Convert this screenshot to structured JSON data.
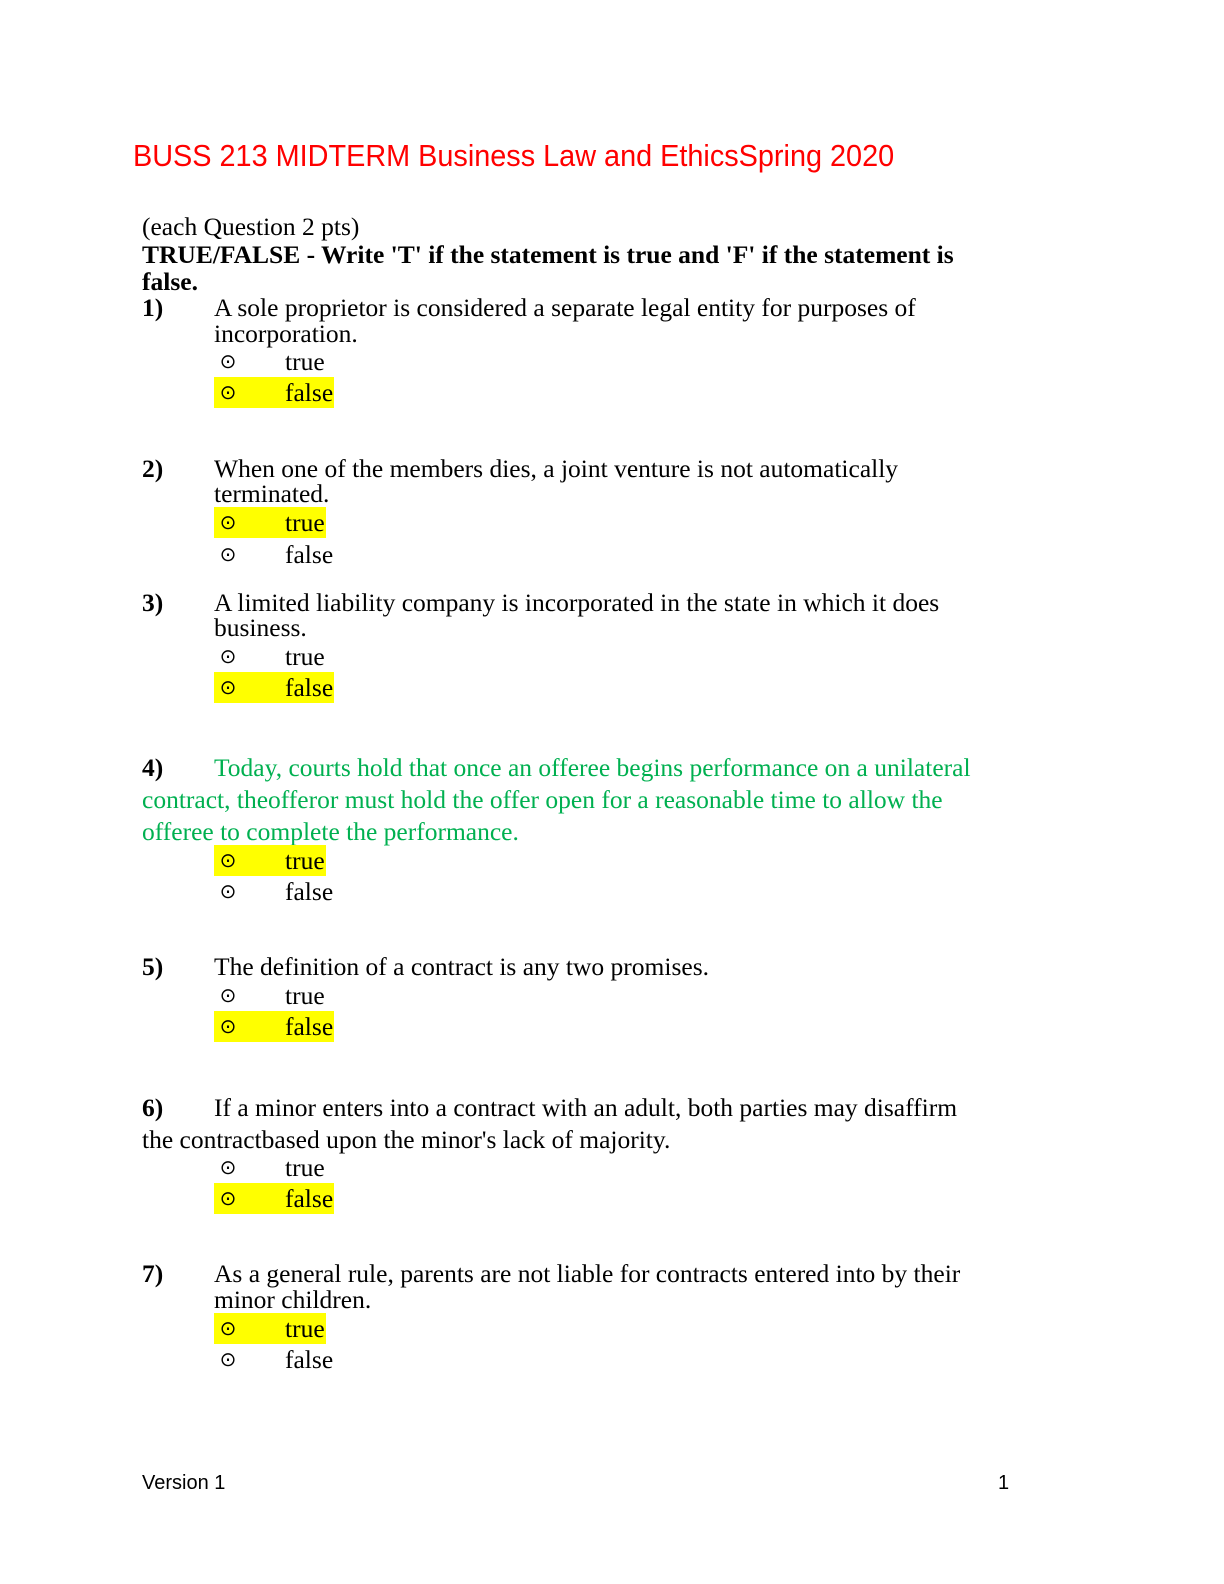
{
  "title": "BUSS 213 MIDTERM Business Law and EthicsSpring 2020",
  "points_note": "(each Question 2 pts)",
  "instructions": [
    "TRUE/FALSE - Write 'T' if the statement is true and 'F' if the statement is",
    "false."
  ],
  "radio_glyph": "⊙",
  "highlight_color": "#ffff00",
  "answer_text_color": "#00b050",
  "questions": [
    {
      "number": "1)",
      "lines": [
        "A sole proprietor is considered a separate legal entity for purposes of",
        "incorporation."
      ],
      "options": [
        {
          "label": "true",
          "highlighted": false
        },
        {
          "label": "false",
          "highlighted": true
        }
      ]
    },
    {
      "number": "2)",
      "lines": [
        "When one of the members dies, a joint venture is not automatically",
        "terminated."
      ],
      "options": [
        {
          "label": "true",
          "highlighted": true
        },
        {
          "label": "false",
          "highlighted": false
        }
      ]
    },
    {
      "number": "3)",
      "lines": [
        "A limited liability company is incorporated in the state in which it does",
        "business."
      ],
      "options": [
        {
          "label": "true",
          "highlighted": false
        },
        {
          "label": "false",
          "highlighted": true
        }
      ]
    },
    {
      "number": "4)",
      "green": true,
      "lines": [
        "Today, courts hold that once an offeree begins performance on a unilateral",
        "contract, theofferor must hold the offer open for a reasonable time to allow the",
        "offeree to complete the performance."
      ],
      "options": [
        {
          "label": "true",
          "highlighted": true
        },
        {
          "label": "false",
          "highlighted": false
        }
      ]
    },
    {
      "number": "5)",
      "lines": [
        "The definition of a contract is any two promises."
      ],
      "options": [
        {
          "label": "true",
          "highlighted": false
        },
        {
          "label": "false",
          "highlighted": true
        }
      ]
    },
    {
      "number": "6)",
      "lines": [
        "If a minor enters into a contract with an adult, both parties may disaffirm",
        "the contractbased upon the minor's lack of majority."
      ],
      "options": [
        {
          "label": "true",
          "highlighted": false
        },
        {
          "label": "false",
          "highlighted": true
        }
      ]
    },
    {
      "number": "7)",
      "lines": [
        "As a general rule, parents are not liable for contracts entered into by their",
        "minor children."
      ],
      "options": [
        {
          "label": "true",
          "highlighted": true
        },
        {
          "label": "false",
          "highlighted": false
        }
      ]
    }
  ],
  "footer": {
    "version": "Version 1",
    "page_number": "1"
  }
}
